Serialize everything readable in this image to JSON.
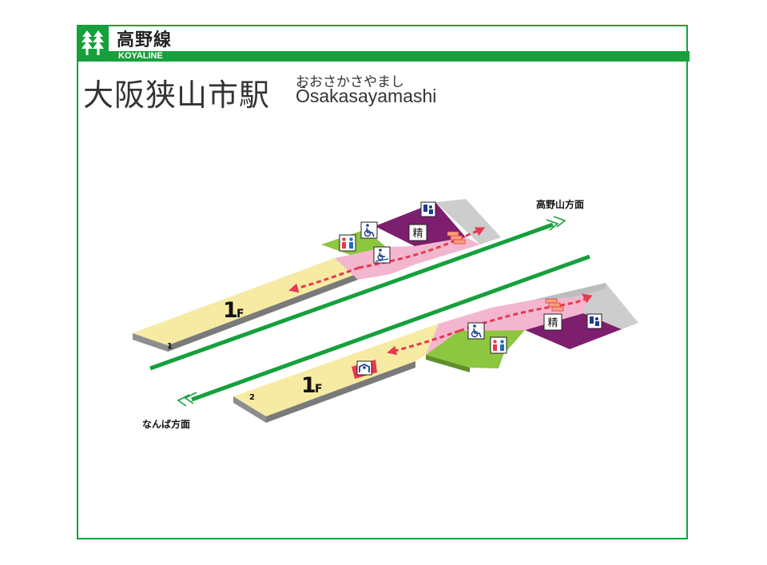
{
  "header": {
    "line_name": "高野線",
    "line_roman": "KOYALINE",
    "station_name": "大阪狭山市駅",
    "station_kana": "おおさかさやまし",
    "station_roman": "Ōsakasayamashi"
  },
  "map": {
    "direction_north": "高野山方面",
    "direction_south": "なんば方面",
    "platform1": {
      "number": "1",
      "floor": "1",
      "floor_suffix": "F"
    },
    "platform2": {
      "number": "2",
      "floor": "1",
      "floor_suffix": "F"
    },
    "fare_adjust_label": "精"
  },
  "colors": {
    "line_green": "#15a03c",
    "platform_yellow": "#f7eba3",
    "concourse_pink": "#f3b6cf",
    "toilet_green": "#8dc63f",
    "office_purple": "#7d1e6e",
    "gray_area": "#cdcdcd",
    "route_red": "#e8384f"
  }
}
